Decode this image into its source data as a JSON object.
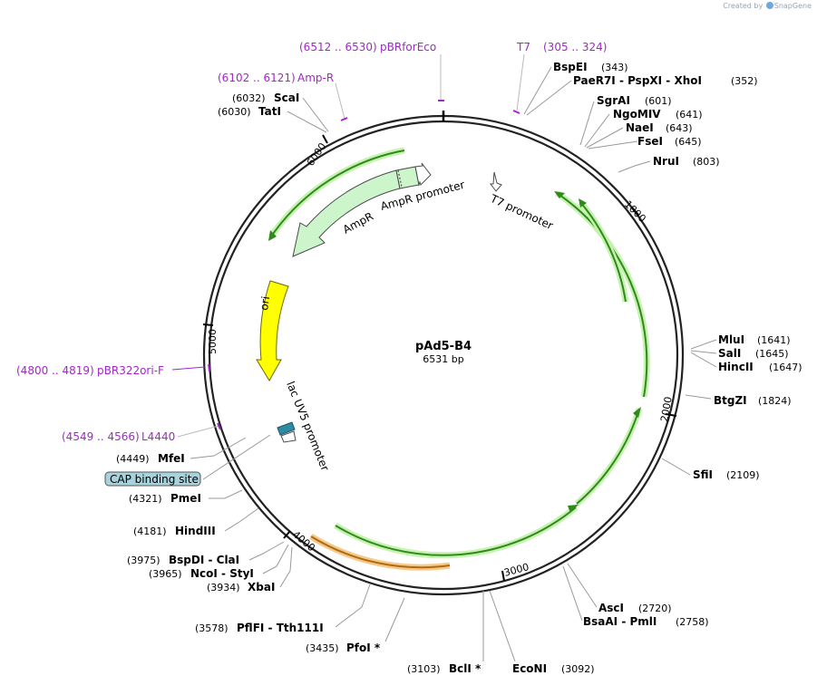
{
  "watermark": {
    "prefix": "Created by",
    "brand": "SnapGene"
  },
  "plasmid": {
    "name": "pAd5-B4",
    "length_label": "6531 bp"
  },
  "ticks": [
    "1000",
    "2000",
    "3000",
    "4000",
    "5000",
    "6000"
  ],
  "primers": [
    {
      "id": "pbrforeco",
      "range": "(6512 .. 6530)",
      "name": "pBRforEco"
    },
    {
      "id": "t7",
      "range": "(305 .. 324)",
      "name": "T7"
    },
    {
      "id": "ampr",
      "range": "(6102 .. 6121)",
      "name": "Amp-R"
    },
    {
      "id": "pbr322ori",
      "range": "(4800 .. 4819)",
      "name": "pBR322ori-F"
    },
    {
      "id": "l4440",
      "range": "(4549 .. 4566)",
      "name": "L4440"
    }
  ],
  "sites_right": [
    {
      "id": "bspei",
      "name": "BspEI",
      "pos": "(343)"
    },
    {
      "id": "paer7i",
      "name": "PaeR7I  - PspXI  - XhoI",
      "pos": "(352)"
    },
    {
      "id": "sgrai",
      "name": "SgrAI",
      "pos": "(601)"
    },
    {
      "id": "ngomiv",
      "name": "NgoMIV",
      "pos": "(641)"
    },
    {
      "id": "naei",
      "name": "NaeI",
      "pos": "(643)"
    },
    {
      "id": "fsei",
      "name": "FseI",
      "pos": "(645)"
    },
    {
      "id": "drui",
      "name": "NruI",
      "pos": "(803)"
    },
    {
      "id": "mlui",
      "name": "MluI",
      "pos": "(1641)"
    },
    {
      "id": "sali",
      "name": "SalI",
      "pos": "(1645)"
    },
    {
      "id": "hincii",
      "name": "HincII",
      "pos": "(1647)"
    },
    {
      "id": "btgzi",
      "name": "BtgZI",
      "pos": "(1824)"
    },
    {
      "id": "sfii",
      "name": "SfiI",
      "pos": "(2109)"
    },
    {
      "id": "asci",
      "name": "AscI",
      "pos": "(2720)"
    },
    {
      "id": "bsaai",
      "name": "BsaAI  - PmlI",
      "pos": "(2758)"
    },
    {
      "id": "sconi",
      "name": "EcoNI",
      "pos": "(3092)"
    }
  ],
  "sites_left": [
    {
      "id": "scai",
      "name": "ScaI",
      "pos": "(6032)"
    },
    {
      "id": "tati",
      "name": "TatI",
      "pos": "(6030)"
    },
    {
      "id": "mfei",
      "name": "MfeI",
      "pos": "(4449)"
    },
    {
      "id": "pmei",
      "name": "PmeI",
      "pos": "(4321)"
    },
    {
      "id": "hindiii",
      "name": "HindIII",
      "pos": "(4181)"
    },
    {
      "id": "bspdi",
      "name": "BspDI  - ClaI",
      "pos": "(3975)"
    },
    {
      "id": "ncoi",
      "name": "NcoI  - StyI",
      "pos": "(3965)"
    },
    {
      "id": "xbai",
      "name": "XbaI",
      "pos": "(3934)"
    },
    {
      "id": "pflfi",
      "name": "PflFI  - Tth111I",
      "pos": "(3578)"
    },
    {
      "id": "pfoi",
      "name": "PfoI *",
      "pos": "(3435)"
    },
    {
      "id": "bcli",
      "name": "BclI *",
      "pos": "(3103)"
    }
  ],
  "features": {
    "ampr": "AmpR",
    "ampr_promoter": "AmpR promoter",
    "t7_promoter": "T7 promoter",
    "ori": "ori",
    "lac_uv5": "lac UV5 promoter",
    "cap": "CAP binding site"
  },
  "colors": {
    "primer": "#a128c7",
    "orf_green": "#2f8a1b",
    "orf_glow": "#c6f2b0",
    "ampr_fill": "#ccf5cc",
    "ori_fill": "#ffff00",
    "orange_glow": "#f5c98a",
    "orange_line": "#b06a10",
    "cap_fill": "#a6d3dc",
    "lac_fill": "#2e8ba0"
  }
}
